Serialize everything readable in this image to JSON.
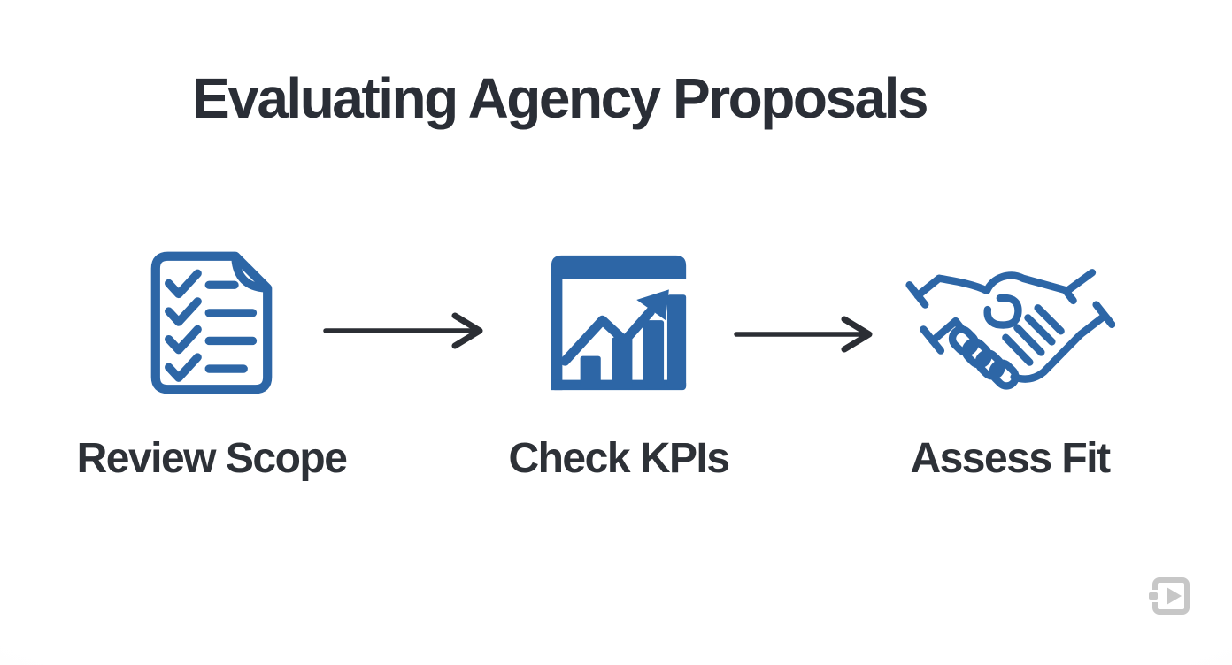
{
  "slide": {
    "title": "Evaluating Agency Proposals"
  },
  "steps": [
    {
      "label": "Review Scope",
      "icon": "checklist-document-icon"
    },
    {
      "label": "Check KPIs",
      "icon": "kpi-bar-chart-growth-icon"
    },
    {
      "label": "Assess Fit",
      "icon": "handshake-icon"
    }
  ],
  "connectors": [
    {
      "icon": "arrow-right-icon"
    },
    {
      "icon": "arrow-right-icon"
    }
  ],
  "watermark": {
    "icon": "video-play-logo-icon"
  },
  "colors": {
    "icon_blue": "#2d66a6",
    "title_text": "#2a2e36",
    "label_text": "#2d3137",
    "arrow_dark": "#2b2e34",
    "watermark_gray": "#c7c7c7",
    "background": "#ffffff"
  }
}
